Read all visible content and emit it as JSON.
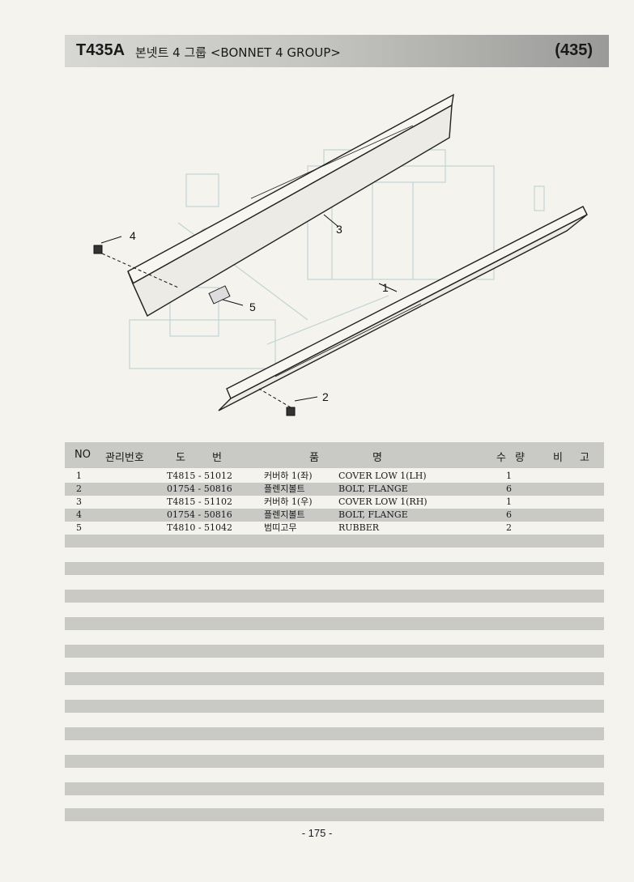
{
  "header": {
    "model": "T435A",
    "title": "본넷트 4 그룹 <BONNET 4 GROUP>",
    "page_code": "(435)"
  },
  "diagram": {
    "callouts": [
      "1",
      "2",
      "3",
      "4",
      "5"
    ]
  },
  "table": {
    "headers": {
      "no": "NO",
      "mgmt": "관리번호",
      "do": "도",
      "beon": "번",
      "pum": "품",
      "myeong": "명",
      "su": "수",
      "ryang": "량",
      "bi": "비",
      "go": "고"
    },
    "rows": [
      {
        "no": "1",
        "part_no": "T4815 - 51012",
        "name_kr": "커버하 1(좌)",
        "name_en": "COVER LOW 1(LH)",
        "qty": "1"
      },
      {
        "no": "2",
        "part_no": "01754 - 50816",
        "name_kr": "플렌지볼트",
        "name_en": "BOLT, FLANGE",
        "qty": "6"
      },
      {
        "no": "3",
        "part_no": "T4815 - 51102",
        "name_kr": "커버하 1(우)",
        "name_en": "COVER LOW 1(RH)",
        "qty": "1"
      },
      {
        "no": "4",
        "part_no": "01754 - 50816",
        "name_kr": "플렌지볼트",
        "name_en": "BOLT, FLANGE",
        "qty": "6"
      },
      {
        "no": "5",
        "part_no": "T4810 - 51042",
        "name_kr": "범띠고무",
        "name_en": "RUBBER",
        "qty": "2"
      }
    ]
  },
  "footer": {
    "page_number": "- 175 -"
  }
}
